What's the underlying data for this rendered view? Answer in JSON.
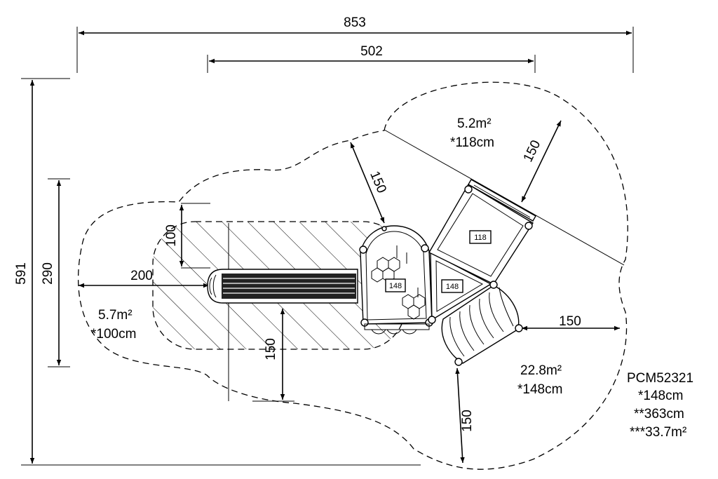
{
  "dimensions": {
    "overall_width": "853",
    "top_width": "502",
    "overall_height": "591",
    "inner_height": "290",
    "slide_offset": "100",
    "left_clearance": "200",
    "diagonal_left": "150",
    "diagonal_top": "150",
    "right_clearance": "150",
    "bottom_center": "150",
    "bottom_right": "150"
  },
  "areas": {
    "left_area": "5.7m²",
    "left_height": "*100cm",
    "top_area": "5.2m²",
    "top_height": "*118cm",
    "main_area": "22.8m²",
    "main_height": "*148cm"
  },
  "platforms": {
    "p1": "118",
    "p2": "148",
    "p3": "148"
  },
  "product": {
    "code": "PCM52321",
    "fall_height": "*148cm",
    "total_height": "**363cm",
    "total_area": "***33.7m²"
  }
}
